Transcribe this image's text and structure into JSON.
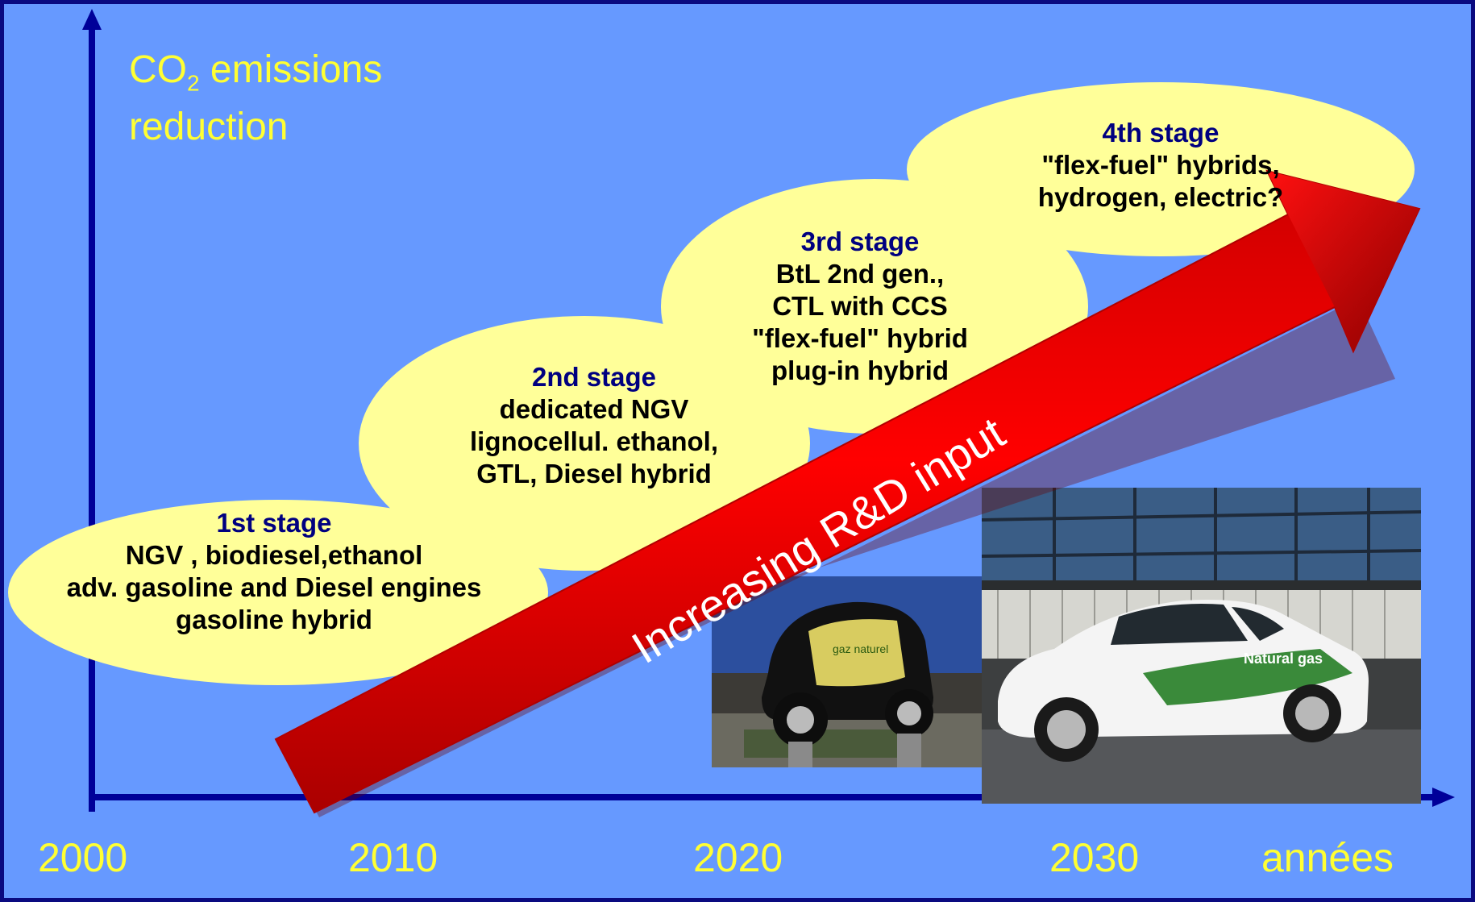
{
  "axis": {
    "ylabel_prefix": "CO",
    "ylabel_sub": "2",
    "ylabel_rest": " emissions",
    "ylabel_line2": "reduction",
    "x_ticks": [
      "2000",
      "2010",
      "2020",
      "2030"
    ],
    "x_unit": "années"
  },
  "stages": [
    {
      "title": "1st stage",
      "lines": [
        "NGV , biodiesel,ethanol",
        "adv. gasoline and Diesel engines",
        "gasoline hybrid"
      ]
    },
    {
      "title": "2nd stage",
      "lines": [
        "dedicated NGV",
        "lignocellul. ethanol,",
        "GTL, Diesel hybrid"
      ]
    },
    {
      "title": "3rd stage",
      "lines": [
        "BtL 2nd  gen.,",
        "CTL with CCS",
        "\"flex-fuel\" hybrid",
        "plug-in hybrid"
      ]
    },
    {
      "title": "4th stage",
      "lines": [
        "\"flex-fuel\" hybrids,",
        "hydrogen, electric?"
      ]
    }
  ],
  "arrow_label": "Increasing R&D input",
  "colors": {
    "background": "#6699ff",
    "axis": "#000099",
    "label_yellow": "#ffff33",
    "bubble": "#ffff99",
    "arrow_red": "#ee0000",
    "stage_title": "#000080"
  },
  "photos": [
    {
      "name": "small-ngv-car-photo",
      "car_text": "gaz naturel"
    },
    {
      "name": "hybrid-ngv-car-photo",
      "car_text": "Natural gas"
    }
  ]
}
